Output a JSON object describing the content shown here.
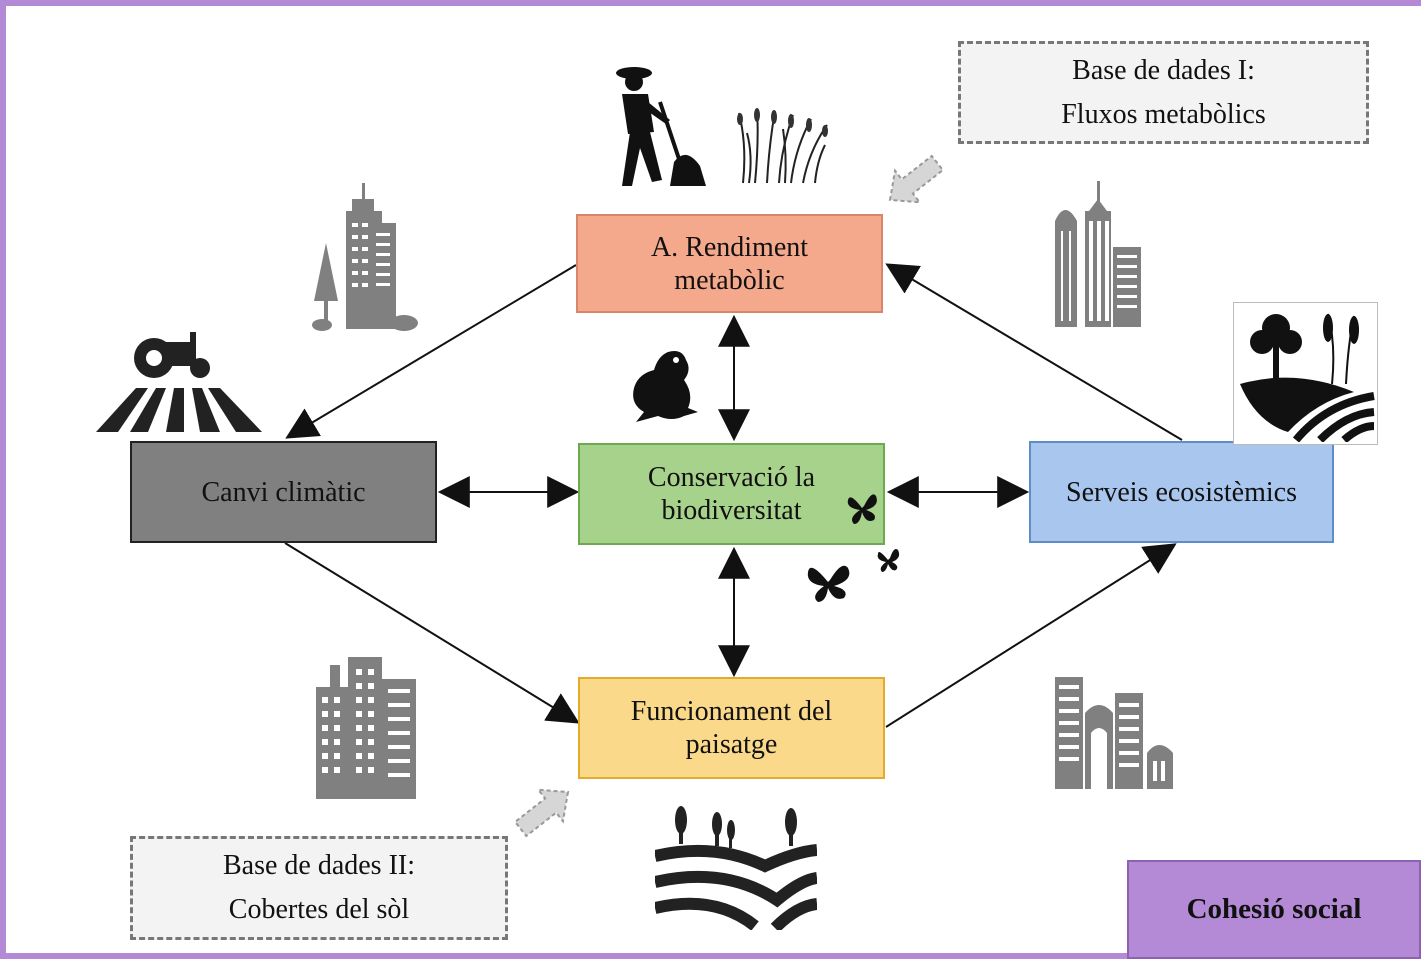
{
  "nodes": {
    "rendiment": {
      "label": "A. Rendiment\nmetabòlic",
      "fill": "#f5a98c",
      "border": "#d9856a"
    },
    "conservacio": {
      "label": "Conservació la\nbiodiversitat",
      "fill": "#a6d28b",
      "border": "#6ea94f"
    },
    "canvi": {
      "label": "Canvi climàtic",
      "fill": "#808080",
      "border": "#222222"
    },
    "serveis": {
      "label": "Serveis ecosistèmics",
      "fill": "#a9c7ee",
      "border": "#5f8dc9"
    },
    "funcionament": {
      "label": "Funcionament del\npaisatge",
      "fill": "#fbd98a",
      "border": "#e3aa2b"
    }
  },
  "notes": {
    "db1": {
      "line1": "Base de dades I:",
      "line2": "Fluxos metabòlics"
    },
    "db2": {
      "line1": "Base de dades II:",
      "line2": "Cobertes del sòl"
    }
  },
  "corner_label": "Cohesió social",
  "colors": {
    "frame": "#b48ad6",
    "arrow": "#111111",
    "icon_gray": "#808080",
    "icon_dark": "#111111"
  },
  "icons": [
    "farmer-icon",
    "wheat-icon",
    "buildings-icon",
    "tractor-field-icon",
    "frog-icon",
    "butterfly-icon",
    "tree-field-icon",
    "landscape-icon"
  ]
}
